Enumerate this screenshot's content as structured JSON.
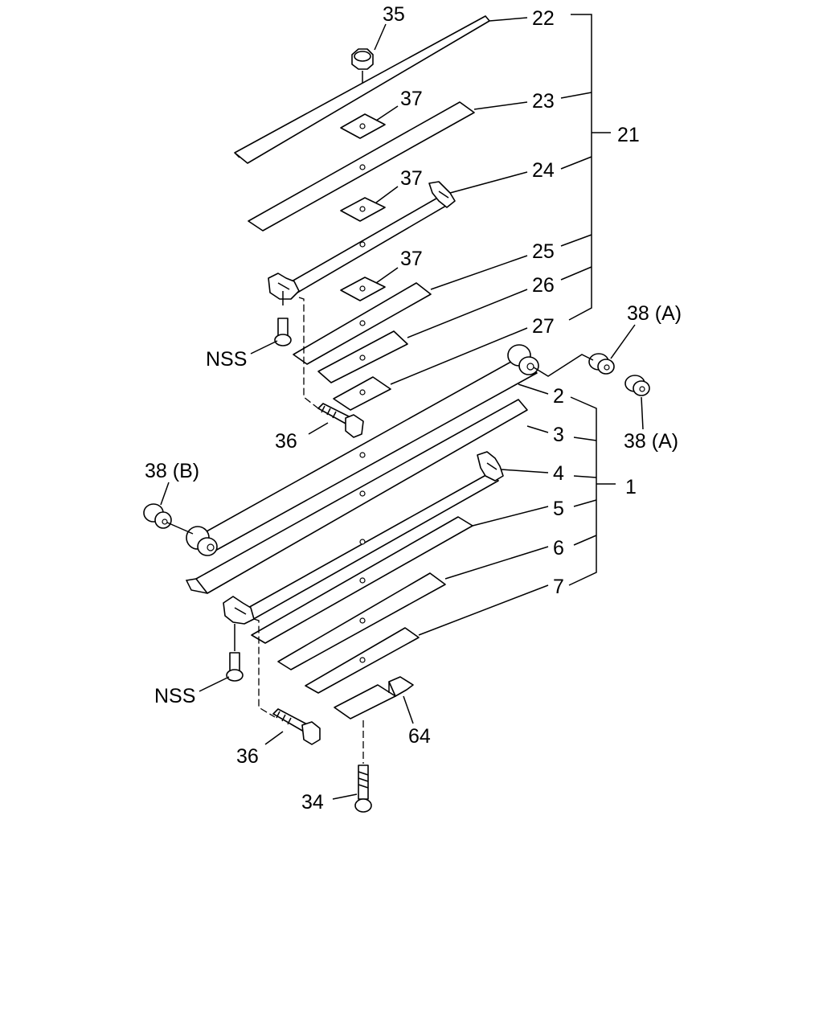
{
  "callouts": {
    "c35": "35",
    "c22": "22",
    "c23": "23",
    "c21": "21",
    "c37a": "37",
    "c37b": "37",
    "c37c": "37",
    "c24": "24",
    "c25": "25",
    "c26": "26",
    "c27": "27",
    "nss_top": "NSS",
    "c38a_top": "38 (A)",
    "c38a_bottom": "38 (A)",
    "c36_top": "36",
    "c2": "2",
    "c3": "3",
    "c4": "4",
    "c1": "1",
    "c5": "5",
    "c6": "6",
    "c7": "7",
    "c38b": "38 (B)",
    "nss_bottom": "NSS",
    "c64": "64",
    "c36_bottom": "36",
    "c34": "34"
  }
}
